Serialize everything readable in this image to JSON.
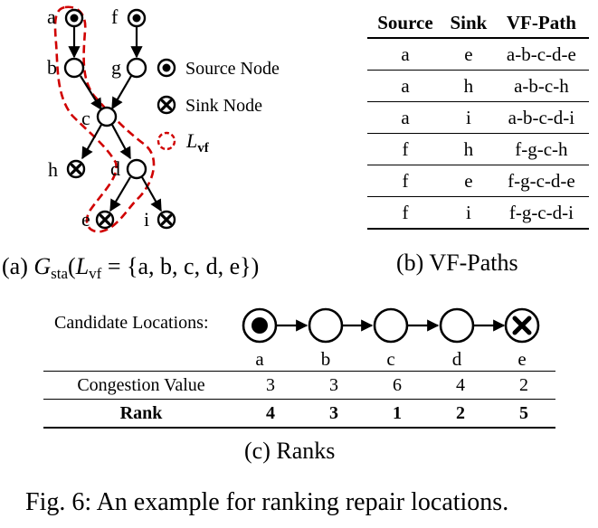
{
  "graph": {
    "nodes": {
      "a": "a",
      "b": "b",
      "c": "c",
      "d": "d",
      "e": "e",
      "f": "f",
      "g": "g",
      "h": "h",
      "i": "i"
    },
    "legend": {
      "source": "Source Node",
      "sink": "Sink Node",
      "lvf_main": "L",
      "lvf_sub": "vf"
    }
  },
  "caption_a": {
    "prefix": "(a) ",
    "g": "G",
    "g_sub": "sta",
    "paren_open": "(",
    "l": "L",
    "l_sub": "vf",
    "rest": " = {a, b, c, d, e})"
  },
  "vf_table": {
    "headers": [
      "Source",
      "Sink",
      "VF-Path"
    ],
    "rows": [
      [
        "a",
        "e",
        "a-b-c-d-e"
      ],
      [
        "a",
        "h",
        "a-b-c-h"
      ],
      [
        "a",
        "i",
        "a-b-c-d-i"
      ],
      [
        "f",
        "h",
        "f-g-c-h"
      ],
      [
        "f",
        "e",
        "f-g-c-d-e"
      ],
      [
        "f",
        "i",
        "f-g-c-d-i"
      ]
    ]
  },
  "caption_b": "(b) VF-Paths",
  "ranks": {
    "candidate_label": "Candidate Locations:",
    "locations": [
      "a",
      "b",
      "c",
      "d",
      "e"
    ],
    "congestion_label": "Congestion Value",
    "congestion_values": [
      "3",
      "3",
      "6",
      "4",
      "2"
    ],
    "rank_label": "Rank",
    "rank_values": [
      "4",
      "3",
      "1",
      "2",
      "5"
    ]
  },
  "caption_c": "(c) Ranks",
  "fig_caption": "Fig. 6: An example for ranking repair locations."
}
